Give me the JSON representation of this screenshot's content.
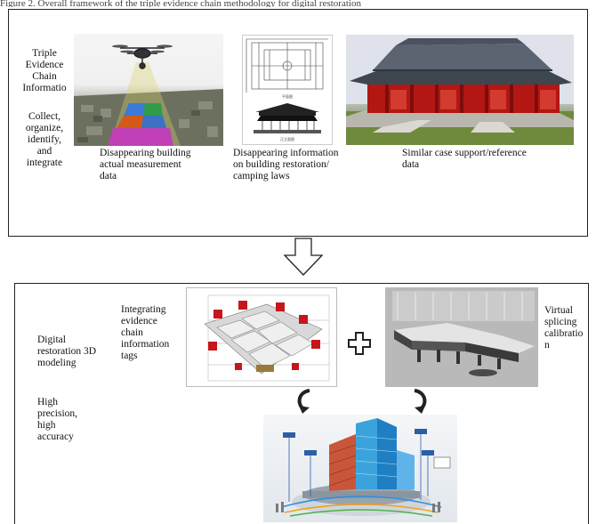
{
  "header_fragment": "Figure 2. Overall framework of the triple evidence chain methodology for digital restoration",
  "top_panel": {
    "side_title": "Triple Evidence Chain Informatio",
    "side_actions": "Collect, organize, identify, and integrate",
    "caption_1": "Disappearing building actual measurement data",
    "caption_2": "Disappearing information on building restoration/ camping laws",
    "caption_3": "Similar case support/reference data"
  },
  "bottom_panel": {
    "modeling_label": "Digital restoration 3D modeling",
    "precision_label": "High precision, high accuracy",
    "integrating_label": "Integrating evidence chain information tags",
    "splicing_label": "Virtual splicing calibratio n"
  },
  "colors": {
    "border": "#222222",
    "temple_red": "#c41a16",
    "temple_roof": "#5b6470",
    "field_green": "#6f8a3c"
  }
}
